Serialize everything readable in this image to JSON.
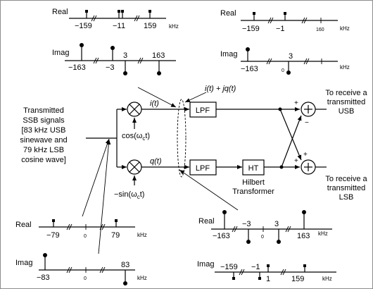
{
  "input_label": [
    "Transmitted",
    "SSB signals",
    "[83 kHz USB",
    "sinewave and",
    "79 kHz LSB",
    "cosine wave]"
  ],
  "mixer_i_label": "i(t)",
  "mixer_q_label": "q(t)",
  "lo_i": {
    "prefix": "cos(ω",
    "sub": "c",
    "suffix": "t)"
  },
  "lo_q": {
    "prefix": "−sin(ω",
    "sub": "c",
    "suffix": "t)"
  },
  "complex_label": "i(t) + jq(t)",
  "lpf_label": "LPF",
  "ht_label": "HT",
  "hilbert_label": [
    "Hilbert",
    "Transformer"
  ],
  "out_usb": [
    "To receive a",
    "transmitted",
    "USB"
  ],
  "out_lsb": [
    "To receive a",
    "transmitted",
    "LSB"
  ],
  "signs": {
    "plus": "+",
    "minus": "−"
  },
  "spectra": {
    "top_left": {
      "real": {
        "label": "Real",
        "ticks": [
          "−159",
          "−1",
          "1",
          "159"
        ],
        "unit": "kHz"
      },
      "imag": {
        "label": "Imag",
        "ticks": [
          "−163",
          "−3",
          "3",
          "163"
        ]
      }
    },
    "top_right": {
      "real": {
        "label": "Real",
        "ticks": [
          "−159",
          "−1",
          "160"
        ],
        "unit": "kHz"
      },
      "imag": {
        "label": "Imag",
        "ticks": [
          "−163",
          "3",
          "0"
        ],
        "unit": "kHz"
      }
    },
    "bottom_left": {
      "real": {
        "label": "Real",
        "ticks": [
          "−79",
          "0",
          "79"
        ],
        "unit": "kHz"
      },
      "imag": {
        "label": "Imag",
        "ticks": [
          "−83",
          "0",
          "83"
        ],
        "unit": "kHz"
      }
    },
    "bottom_right": {
      "real": {
        "label": "Real",
        "ticks": [
          "−163",
          "−3",
          "0",
          "3",
          "163"
        ],
        "unit": "kHz"
      },
      "imag": {
        "label": "Imag",
        "ticks": [
          "−159",
          "−1",
          "1",
          "159"
        ],
        "unit": "kHz"
      }
    }
  }
}
